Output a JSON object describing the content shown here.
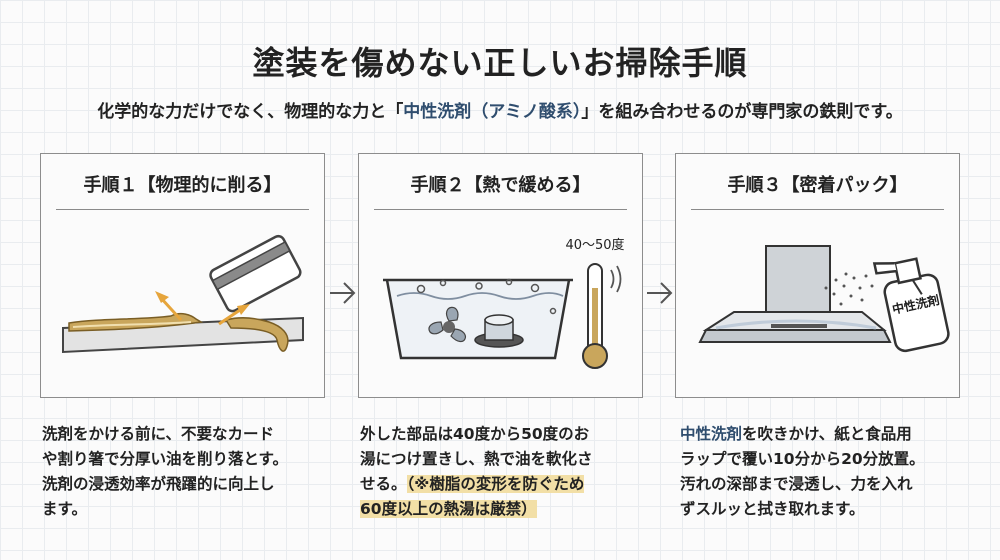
{
  "title": "塗装を傷めない正しいお掃除手順",
  "subtitle": {
    "before": "化学的な力だけでなく、物理的な力と「",
    "accent": "中性洗剤（アミノ酸系）",
    "after": "」を組み合わせるのが専門家の鉄則です。"
  },
  "steps": [
    {
      "title": "手順１【物理的に削る】",
      "icon": "card-scraping-grease-icon",
      "desc": {
        "lines": [
          "洗剤をかける前に、不要なカード",
          "や割り箸で分厚い油を削り落とす。",
          "洗剤の浸透効率が飛躍的に向上し",
          "ます。"
        ]
      }
    },
    {
      "title": "手順２【熱で緩める】",
      "icon": "hot-water-basin-icon",
      "thermometer_label": "40～50度",
      "desc": {
        "lines": [
          "外した部品は40度から50度のお",
          "湯につけ置きし、熱で油を軟化さ"
        ],
        "line3_plain": "せる。",
        "line3_highlight": "（※樹脂の変形を防ぐため",
        "line4_highlight": "60度以上の熱湯は厳禁）"
      }
    },
    {
      "title": "手順３【密着パック】",
      "icon": "range-hood-spray-icon",
      "bottle_label": "中性洗剤",
      "desc": {
        "line1_accent": "中性洗剤",
        "line1_rest": "を吹きかけ、紙と食品用",
        "lines": [
          "ラップで覆い10分から20分放置。",
          "汚れの深部まで浸透し、力を入れ",
          "ずスルッと拭き取れます。"
        ]
      }
    }
  ],
  "colors": {
    "accent": "#2f4d6e",
    "highlight": "#f2dfa6",
    "grease": "#c9a65c",
    "orange": "#e6a53c"
  }
}
